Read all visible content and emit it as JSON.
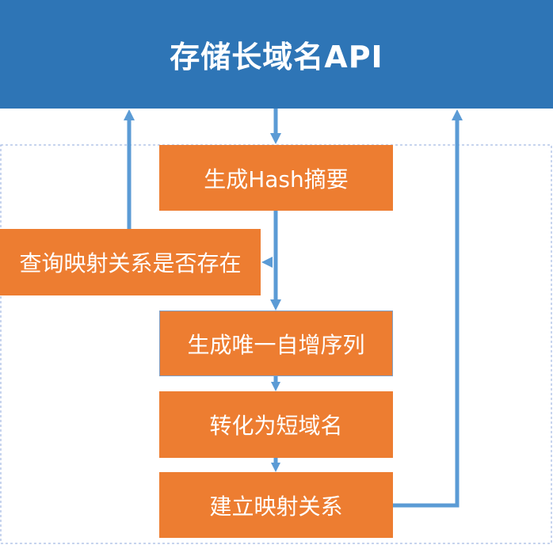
{
  "colors": {
    "header": "#2E75B6",
    "box": "#ED7D31",
    "arrow": "#5B9BD5",
    "dashed_border": "#8FAADC",
    "box_border": "#7F9FC7"
  },
  "header": {
    "title": "存储长域名API"
  },
  "steps": {
    "hash": "生成Hash摘要",
    "query": "查询映射关系是否存在",
    "sequence": "生成唯一自增序列",
    "convert": "转化为短域名",
    "mapping": "建立映射关系"
  }
}
